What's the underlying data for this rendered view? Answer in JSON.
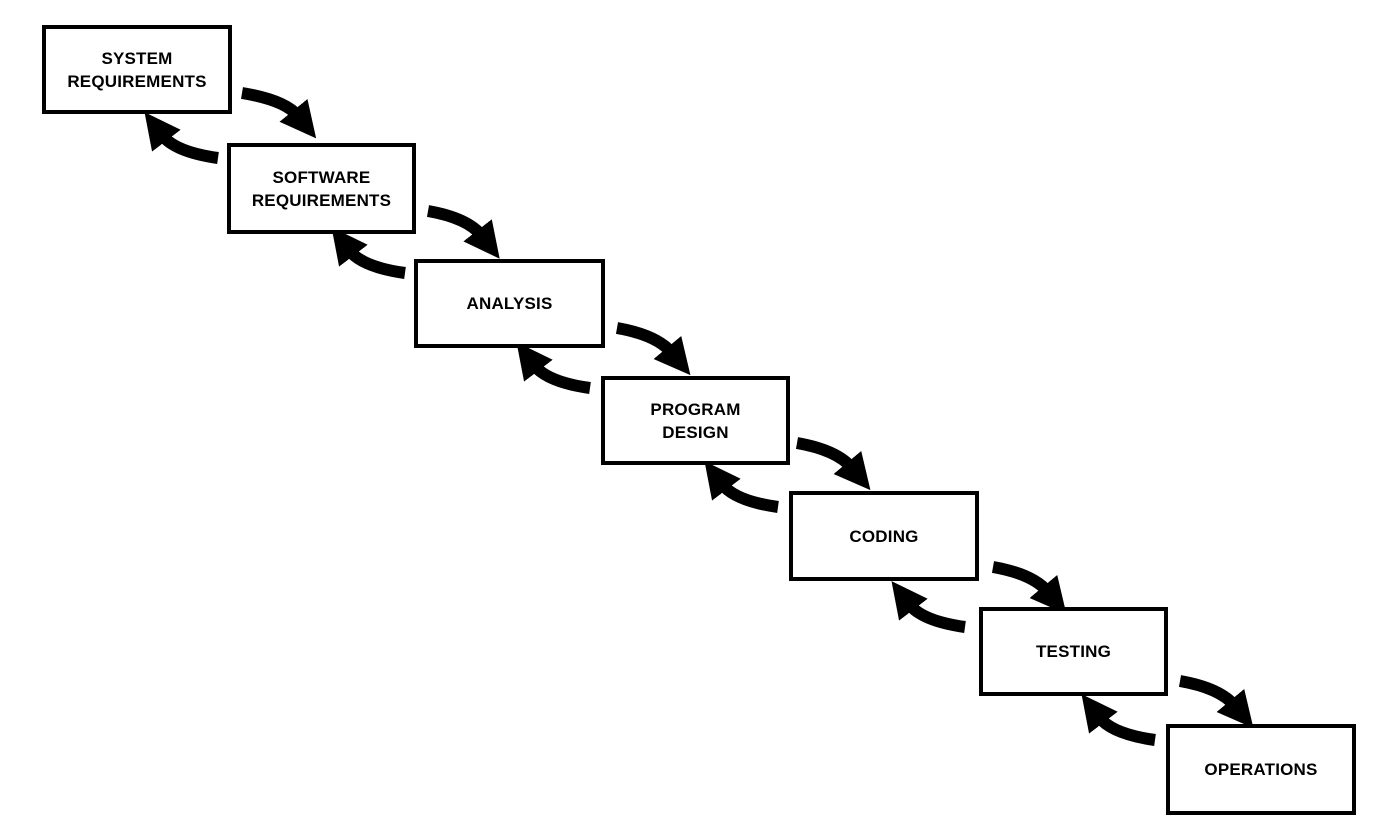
{
  "diagram": {
    "stages": [
      {
        "id": "system-requirements",
        "label": "SYSTEM\nREQUIREMENTS"
      },
      {
        "id": "software-requirements",
        "label": "SOFTWARE\nREQUIREMENTS"
      },
      {
        "id": "analysis",
        "label": "ANALYSIS"
      },
      {
        "id": "program-design",
        "label": "PROGRAM\nDESIGN"
      },
      {
        "id": "coding",
        "label": "CODING"
      },
      {
        "id": "testing",
        "label": "TESTING"
      },
      {
        "id": "operations",
        "label": "OPERATIONS"
      }
    ],
    "colors": {
      "box_border": "#000000",
      "arrow": "#000000",
      "background": "#ffffff"
    }
  }
}
